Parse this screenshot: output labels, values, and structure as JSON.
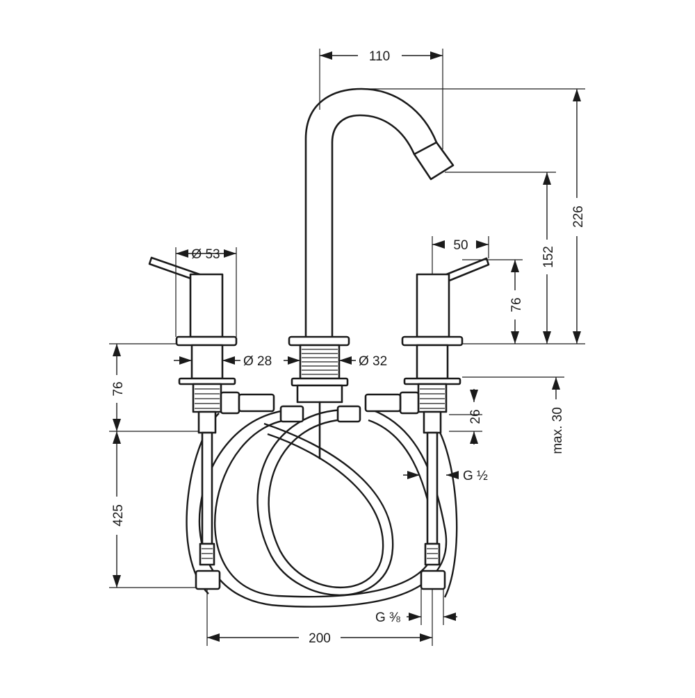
{
  "dimensions": {
    "spout_reach": "110",
    "total_height": "226",
    "spout_height": "152",
    "handle_width": "50",
    "handle_height": "76",
    "handle_diameter": "Ø 53",
    "handle_shank_diameter": "Ø 28",
    "spout_shank_diameter": "Ø 32",
    "shank_length": "76",
    "hose_length": "425",
    "thread_length": "26",
    "max_deck_thickness": "max. 30",
    "inlet_thread": "G ½",
    "hose_connection_thread": "G ⅜",
    "center_spacing": "200"
  }
}
